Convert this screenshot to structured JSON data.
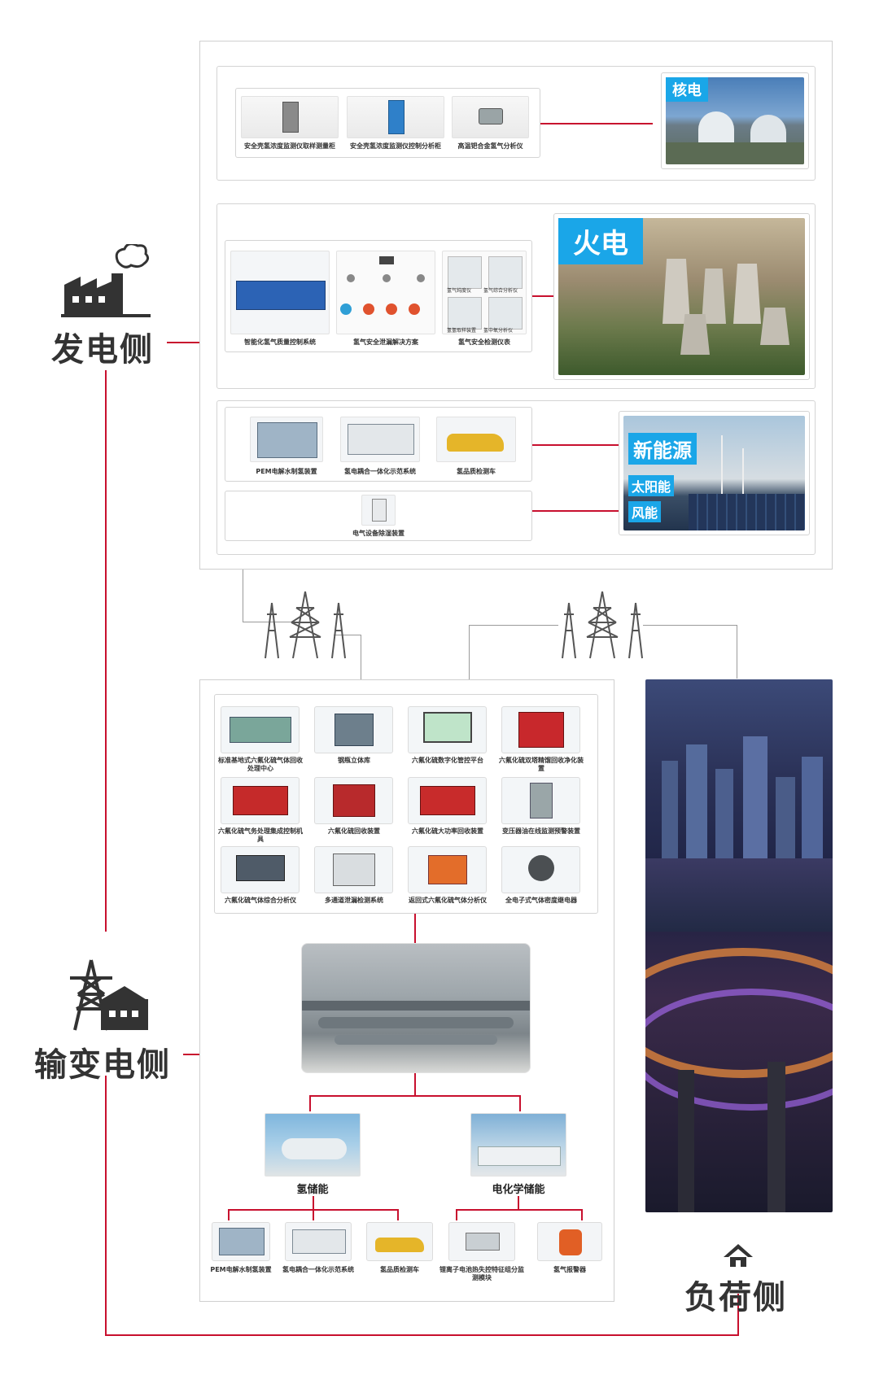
{
  "side_labels": {
    "generation": "发电侧",
    "transmission": "输变电侧",
    "load": "负荷侧"
  },
  "nuclear": {
    "tag": "核电",
    "products": [
      "安全壳氢浓度监测仪取样测量柜",
      "安全壳氢浓度监测仪控制分析柜",
      "高温钯合金氢气分析仪"
    ]
  },
  "thermal": {
    "tag": "火电",
    "products": [
      "智能化氢气质量控制系统",
      "氢气安全泄漏解决方案",
      "氢气安全检测仪表"
    ],
    "sub_labels": [
      "氢气纯度仪",
      "氢气综合分析仪",
      "氢氢取样装置",
      "氢中氧分析仪"
    ]
  },
  "renewable": {
    "tag": "新能源",
    "sub_tags": [
      "太阳能",
      "风能"
    ],
    "products": [
      "PEM电解水制氢装置",
      "氢电耦合一体化示范系统",
      "氢品质检测车"
    ],
    "extra_product": "电气设备除湿装置"
  },
  "transmission": {
    "products": [
      "标准基地式六氟化硫气体回收处理中心",
      "钢瓶立体库",
      "六氟化硫数字化管控平台",
      "六氟化硫双塔精馏回收净化装置",
      "六氟化硫气务处理集成控制机具",
      "六氟化硫回收装置",
      "六氟化硫大功率回收装置",
      "变压器油在线监测预警装置",
      "六氟化硫气体综合分析仪",
      "多通道泄漏检测系统",
      "返回式六氟化硫气体分析仪",
      "全电子式气体密度继电器"
    ],
    "storage_hydrogen": "氢储能",
    "storage_electrochem": "电化学储能",
    "bottom_products": [
      "PEM电解水制氢装置",
      "氢电耦合一体化示范系统",
      "氢品质检测车",
      "锂离子电池热失控特征组分监测模块",
      "氢气报警器"
    ]
  },
  "colors": {
    "accent_red": "#c8102e",
    "tag_blue": "#1aa6e8",
    "label_grey": "#333333"
  }
}
